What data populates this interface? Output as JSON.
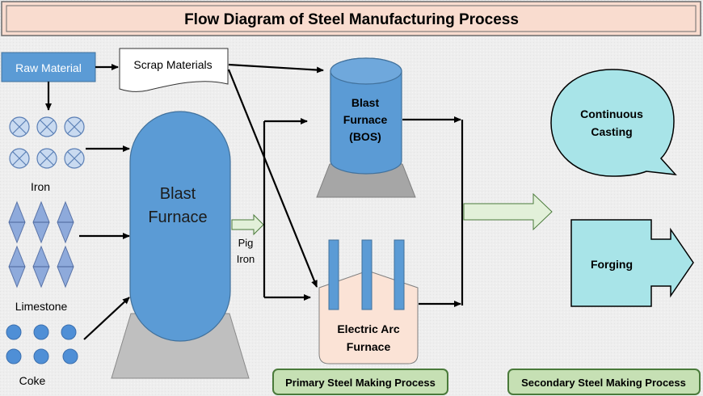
{
  "title": "Flow Diagram of Steel Manufacturing Process",
  "raw_material": "Raw Material",
  "scrap": "Scrap Materials",
  "iron": "Iron",
  "limestone": "Limestone",
  "coke": "Coke",
  "blast_furnace": {
    "line1": "Blast",
    "line2": "Furnace"
  },
  "pig_iron": {
    "line1": "Pig",
    "line2": "Iron"
  },
  "bos": {
    "line1": "Blast",
    "line2": "Furnace",
    "line3": "(BOS)"
  },
  "eaf": {
    "line1": "Electric Arc",
    "line2": "Furnace"
  },
  "continuous_casting": {
    "line1": "Continuous",
    "line2": "Casting"
  },
  "forging": "Forging",
  "primary_label": "Primary Steel Making Process",
  "secondary_label": "Secondary Steel Making Process",
  "colors": {
    "blue": "#5b9bd5",
    "grey_base": "#bfbfbf",
    "title_fill": "#f9dccf",
    "cyan": "#a8e4e8",
    "eaf_fill": "#fbe3d6",
    "label_fill": "#c6e0b4",
    "label_border": "#4a7a3a",
    "light_green": "#e2f0d9"
  },
  "icons": [
    "crossed-circle-icon",
    "diamond-icon",
    "dot-icon"
  ]
}
